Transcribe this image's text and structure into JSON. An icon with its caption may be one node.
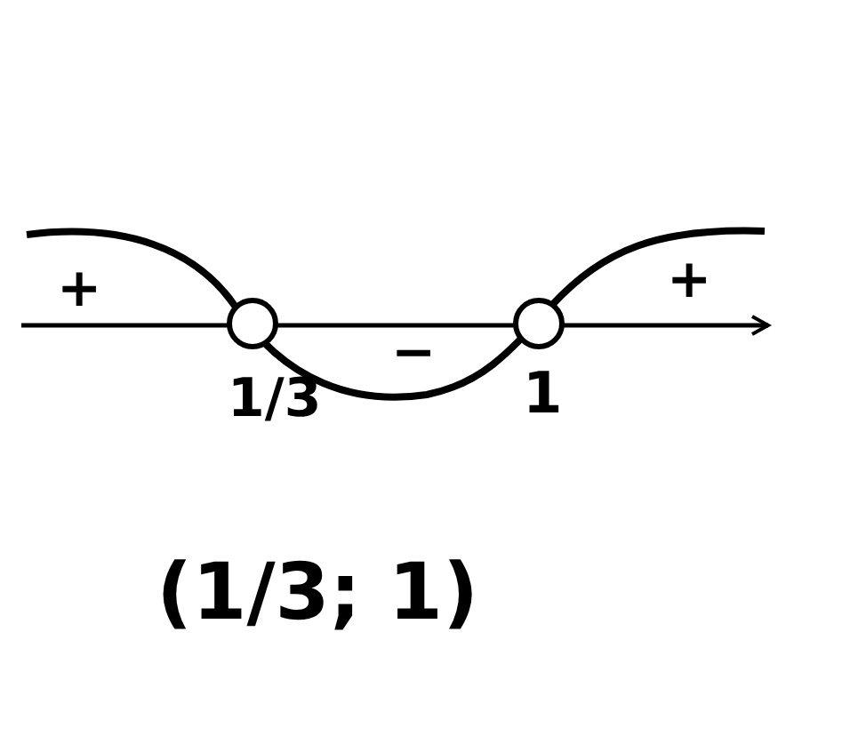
{
  "diagram": {
    "labels": [
      "+",
      "−",
      "+",
      "1/3",
      "1",
      "(1/3; 1)"
    ]
  }
}
